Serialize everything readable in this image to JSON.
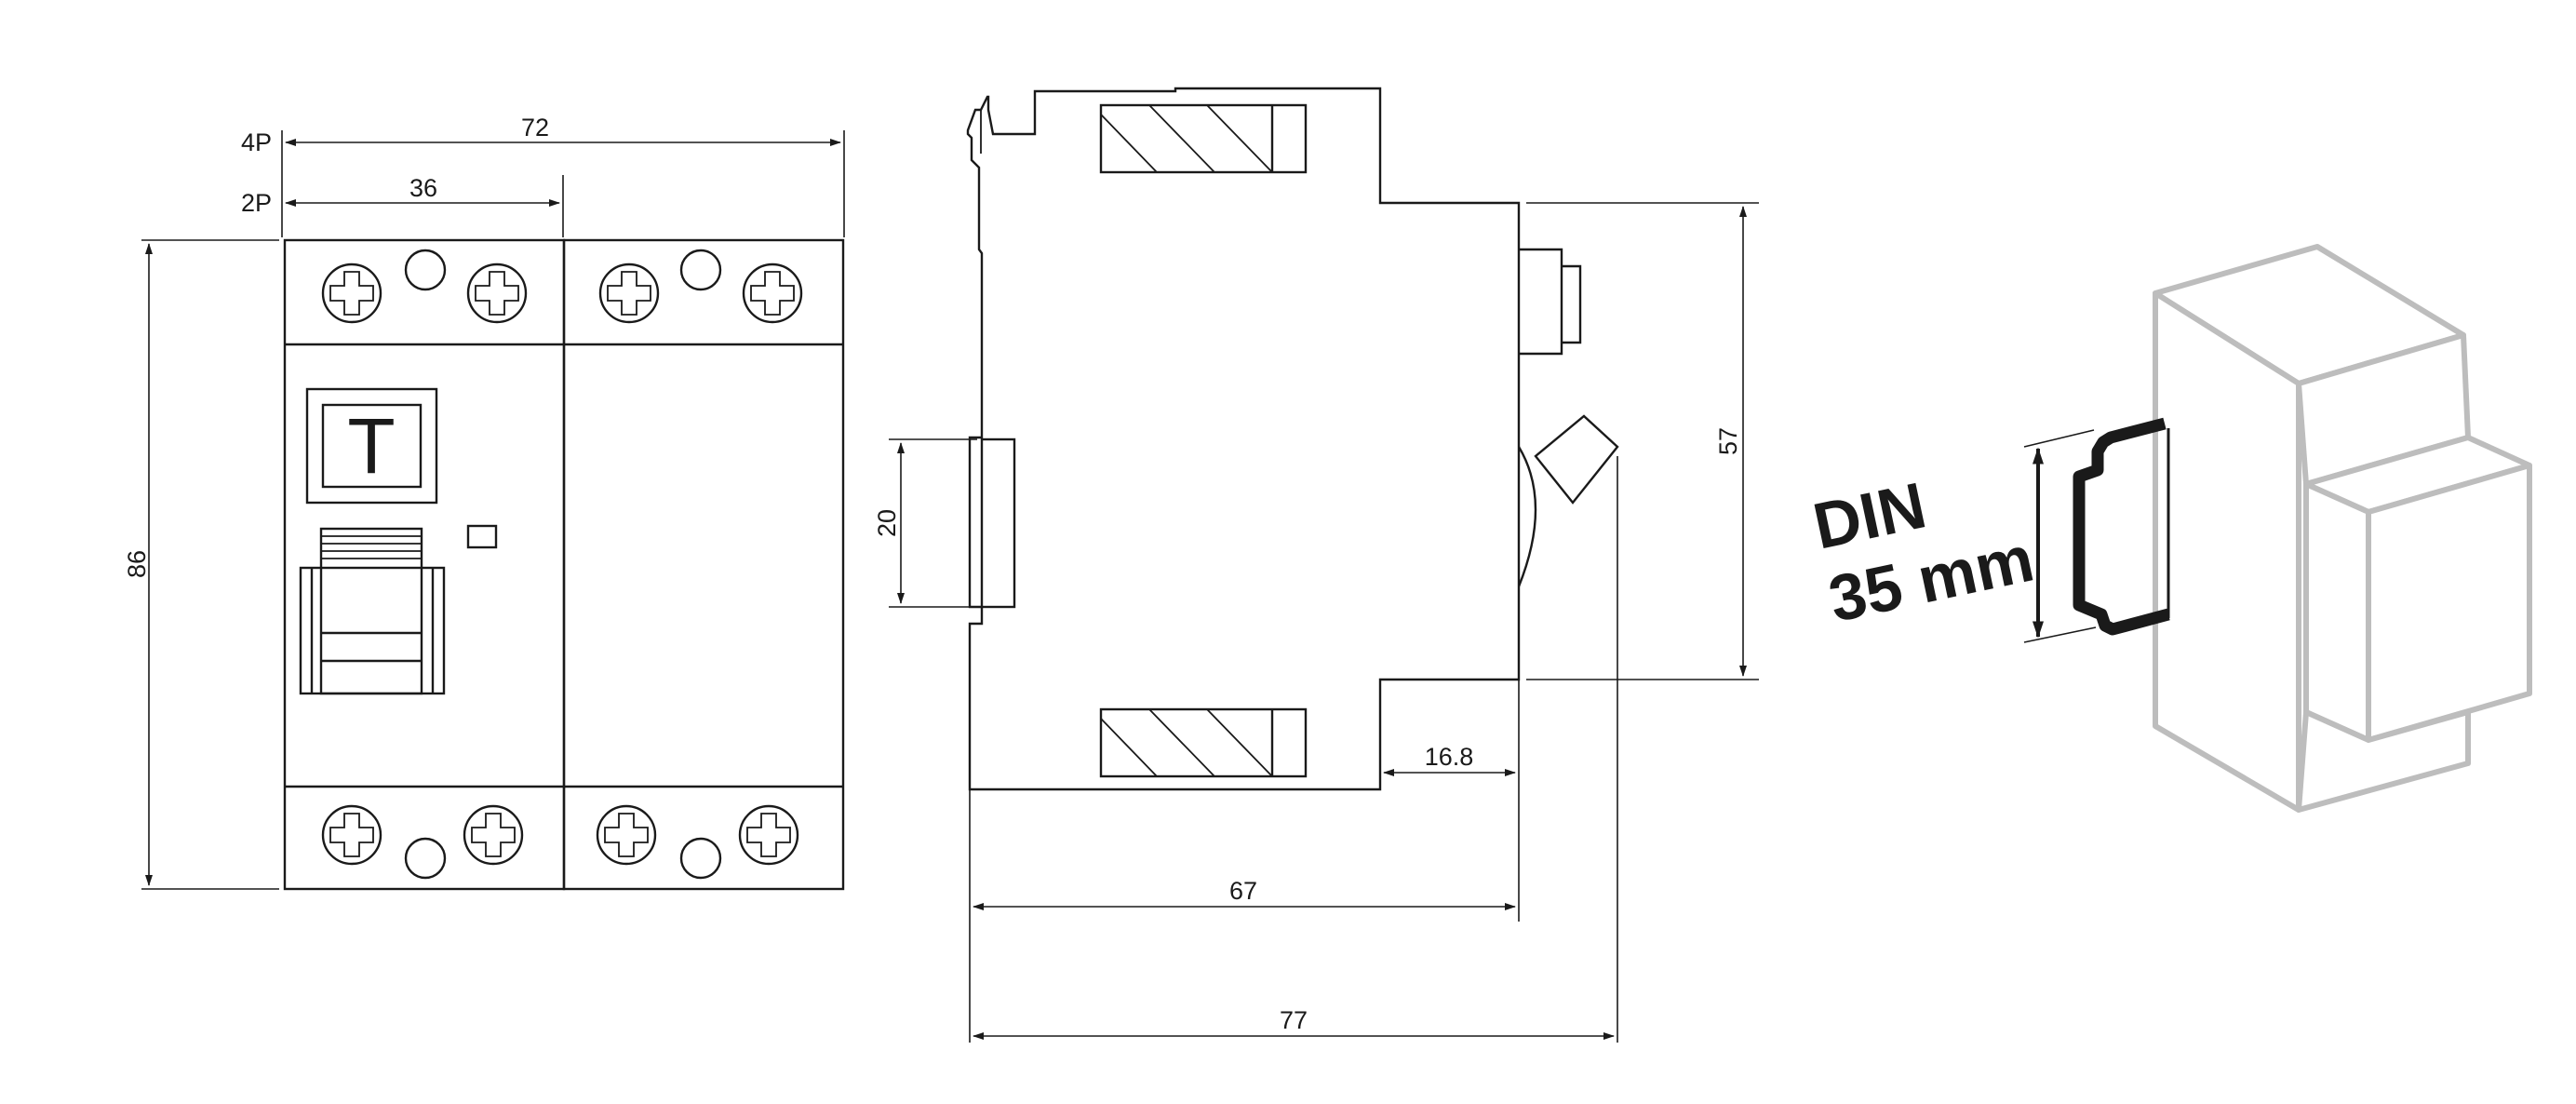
{
  "labels": {
    "pole_4p": "4P",
    "pole_2p": "2P",
    "width_4p": "72",
    "width_2p": "36",
    "height_front": "86",
    "test_button": "T",
    "rail_clip_height": "20",
    "depth_front": "57",
    "offset_depth": "16.8",
    "body_depth": "67",
    "total_depth": "77",
    "din_line1": "DIN",
    "din_line2": "35 mm"
  },
  "colors": {
    "line": "#1a1a1a",
    "outline_3d": "#bdbdbd",
    "background": "#ffffff"
  },
  "icons": [
    "terminal-screw-icon",
    "test-button-icon",
    "toggle-handle-icon",
    "din-rail-icon"
  ]
}
